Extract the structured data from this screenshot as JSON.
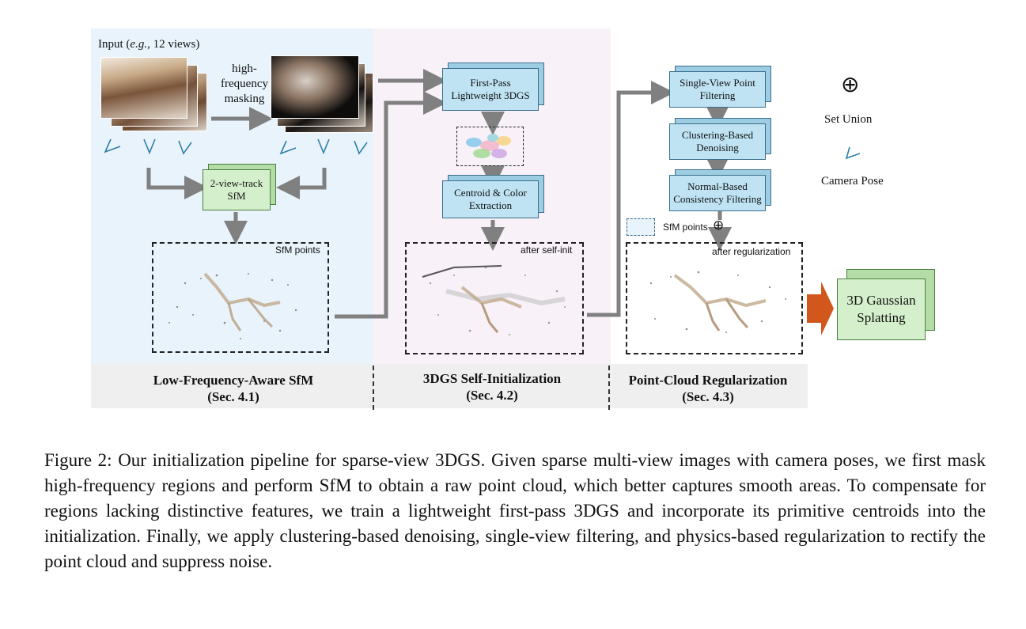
{
  "figure": {
    "input_prefix": "Input (",
    "input_eg": "e.g.,",
    "input_suffix": " 12 views)",
    "mask_label": "high-\nfrequency\nmasking",
    "sfm_box": "2-view-track\nSfM",
    "sfm_points_label": "SfM points",
    "first_pass_box": "First-Pass\nLightweight 3DGS",
    "centroid_box": "Centroid & Color\nExtraction",
    "after_self_init_label": "after self-init",
    "single_view_box": "Single-View Point\nFiltering",
    "clustering_box": "Clustering-Based\nDenoising",
    "normal_box": "Normal-Based\nConsistency Filtering",
    "sfm_points_union_label": "SfM points",
    "after_reg_label": "after regularization",
    "output_box": "3D Gaussian\nSplatting",
    "legend": {
      "union_symbol": "⊕",
      "union_label": "Set Union",
      "camera_label": "Camera Pose"
    },
    "stages": [
      {
        "title": "Low-Frequency-Aware SfM",
        "section": "(Sec. 4.1)"
      },
      {
        "title": "3DGS Self-Initialization",
        "section": "(Sec. 4.2)"
      },
      {
        "title": "Point-Cloud Regularization",
        "section": "(Sec. 4.3)"
      }
    ],
    "colors": {
      "stage1_bg": "#e8f3fc",
      "stage2_bg": "#f8f1f8",
      "footer_bg": "#efefef",
      "box_blue": "#bfe3f3",
      "box_green": "#d4efcb",
      "arrow_gray": "#808080",
      "arrow_orange": "#d2571d"
    }
  },
  "caption": "Figure 2: Our initialization pipeline for sparse-view 3DGS. Given sparse multi-view images with camera poses, we first mask high-frequency regions and perform SfM to obtain a raw point cloud, which better captures smooth areas. To compensate for regions lacking distinctive features, we train a lightweight first-pass 3DGS and incorporate its primitive centroids into the initialization. Finally, we apply clustering-based denoising, single-view filtering, and physics-based regularization to rectify the point cloud and suppress noise."
}
